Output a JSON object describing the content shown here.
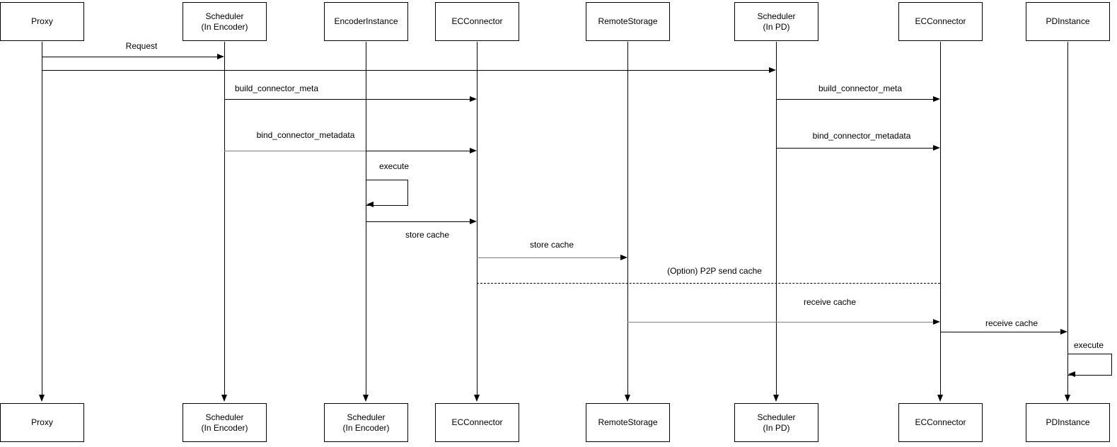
{
  "diagram_type": "uml-sequence-diagram",
  "colors": {
    "line": "#000000",
    "muted_line": "#808080",
    "background": "#ffffff",
    "text": "#000000"
  },
  "actors_top": [
    {
      "label": "Proxy"
    },
    {
      "label": "Scheduler\n(In Encoder)"
    },
    {
      "label": "EncoderInstance"
    },
    {
      "label": "ECConnector"
    },
    {
      "label": "RemoteStorage"
    },
    {
      "label": "Scheduler\n(In PD)"
    },
    {
      "label": "ECConnector"
    },
    {
      "label": "PDInstance"
    }
  ],
  "actors_bottom": [
    {
      "label": "Proxy"
    },
    {
      "label": "Scheduler\n(In Encoder)"
    },
    {
      "label": "Scheduler\n(In Encoder)"
    },
    {
      "label": "ECConnector"
    },
    {
      "label": "RemoteStorage"
    },
    {
      "label": "Scheduler\n(In PD)"
    },
    {
      "label": "ECConnector"
    },
    {
      "label": "PDInstance"
    }
  ],
  "messages": {
    "request": {
      "label": "Request",
      "from": "Proxy",
      "to": "Scheduler (In Encoder)",
      "line": "solid"
    },
    "proxy_to_pd_scheduler": {
      "label": "",
      "from": "Proxy",
      "to": "Scheduler (In PD)",
      "line": "solid"
    },
    "build_connector_meta_encoder": {
      "label": "build_connector_meta",
      "from": "Scheduler (In Encoder)",
      "to": "ECConnector",
      "line": "solid"
    },
    "build_connector_meta_pd": {
      "label": "build_connector_meta",
      "from": "Scheduler (In PD)",
      "to": "ECConnector",
      "line": "solid"
    },
    "bind_connector_metadata_encoder": {
      "label": "bind_connector_metadata",
      "from": "Scheduler (In Encoder)",
      "to": "ECConnector",
      "line": "solid"
    },
    "bind_connector_metadata_pd": {
      "label": "bind_connector_metadata",
      "from": "Scheduler (In PD)",
      "to": "ECConnector",
      "line": "solid"
    },
    "execute_encoder": {
      "label": "execute",
      "from": "EncoderInstance",
      "to": "EncoderInstance",
      "line": "solid",
      "self_message": true
    },
    "store_cache_to_connector": {
      "label": "store cache",
      "from": "EncoderInstance",
      "to": "ECConnector",
      "line": "solid"
    },
    "store_cache_to_storage": {
      "label": "store cache",
      "from": "ECConnector",
      "to": "RemoteStorage",
      "line": "solid"
    },
    "p2p_send_cache": {
      "label": "(Option) P2P send cache",
      "from": "ECConnector",
      "to": "ECConnector (PD side)",
      "line": "dashed"
    },
    "receive_cache_from_storage": {
      "label": "receive cache",
      "from": "RemoteStorage",
      "to": "ECConnector (PD side)",
      "line": "solid"
    },
    "receive_cache_to_pd": {
      "label": "receive cache",
      "from": "ECConnector (PD side)",
      "to": "PDInstance",
      "line": "solid"
    },
    "execute_pd": {
      "label": "execute",
      "from": "PDInstance",
      "to": "PDInstance",
      "line": "solid",
      "self_message": true
    }
  }
}
